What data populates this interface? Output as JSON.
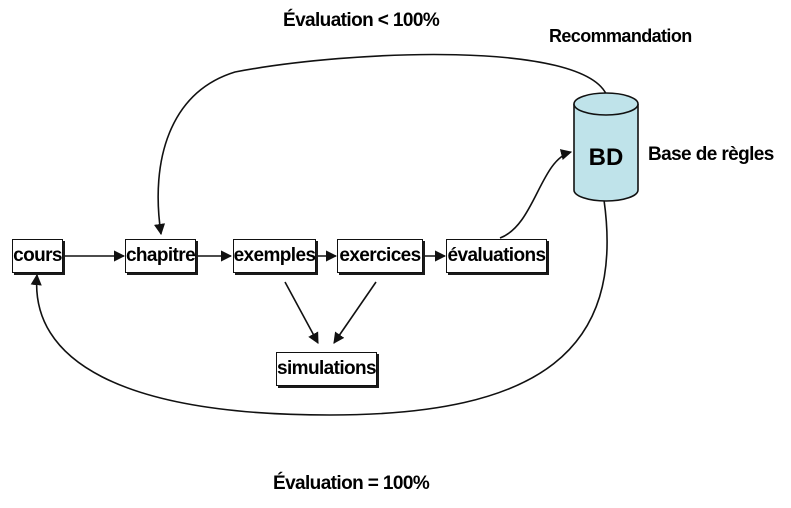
{
  "nodes": {
    "cours": "cours",
    "chapitre": "chapitre",
    "exemples": "exemples",
    "exercices": "exercices",
    "evaluations": "évaluations",
    "simulations": "simulations"
  },
  "database": {
    "label": "BD",
    "caption": "Base de règles",
    "fill_color": "#bfe3ea",
    "stroke_color": "#111111"
  },
  "edges": {
    "top_feedback": "Évaluation < 100%",
    "bottom_feedback": "Évaluation = 100%",
    "recommendation": "Recommandation"
  }
}
